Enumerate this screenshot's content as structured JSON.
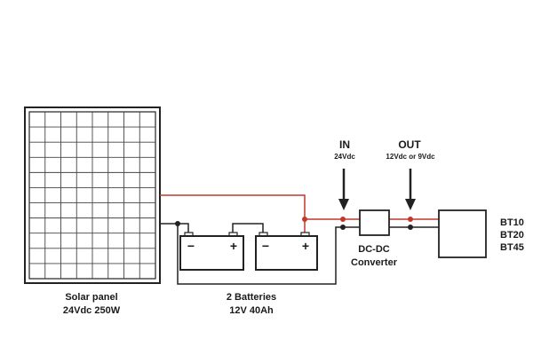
{
  "solar_panel": {
    "name": "Solar panel",
    "spec": "24Vdc 250W"
  },
  "batteries": {
    "name": "2 Batteries",
    "spec": "12V 40Ah",
    "minus": "−",
    "plus": "+"
  },
  "converter": {
    "name_line1": "DC-DC",
    "name_line2": "Converter"
  },
  "input": {
    "label": "IN",
    "voltage": "24Vdc"
  },
  "output": {
    "label": "OUT",
    "voltage": "12Vdc or 9Vdc"
  },
  "device": {
    "models": [
      "BT10",
      "BT20",
      "BT45"
    ]
  },
  "colors": {
    "positive_wire": "#c0392b",
    "negative_wire": "#222222",
    "outline": "#222222"
  }
}
